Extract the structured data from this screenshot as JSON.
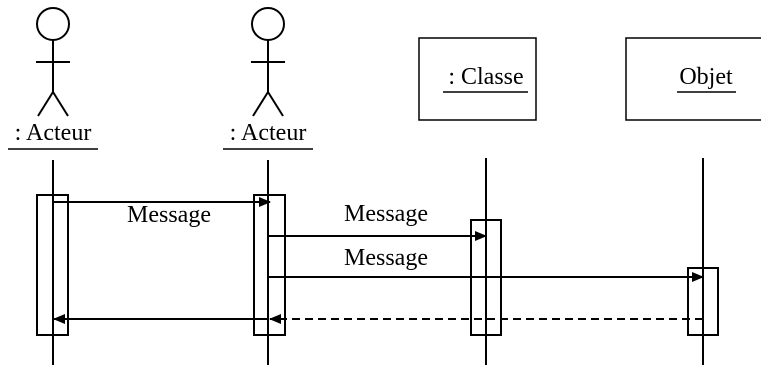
{
  "colors": {
    "stroke": "#000000",
    "background": "#ffffff"
  },
  "participants": [
    {
      "kind": "actor",
      "label": ": Acteur"
    },
    {
      "kind": "actor",
      "label": ": Acteur"
    },
    {
      "kind": "object",
      "label": ": Classe"
    },
    {
      "kind": "object",
      "label": "Objet"
    }
  ],
  "messages": [
    {
      "label": "Message",
      "from": 0,
      "to": 1,
      "style": "solid"
    },
    {
      "label": "Message",
      "from": 1,
      "to": 2,
      "style": "solid"
    },
    {
      "label": "Message",
      "from": 1,
      "to": 3,
      "style": "solid"
    },
    {
      "label": "",
      "from": 3,
      "to": 1,
      "style": "dashed"
    },
    {
      "label": "",
      "from": 1,
      "to": 0,
      "style": "solid"
    }
  ]
}
